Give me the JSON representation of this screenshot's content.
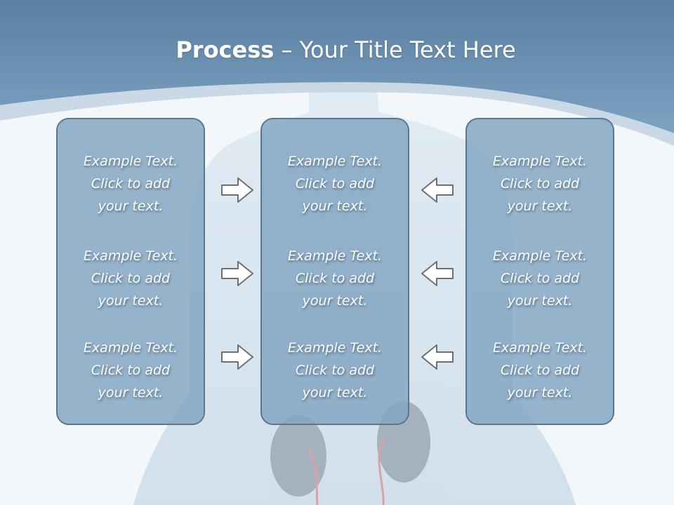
{
  "title": {
    "bold": "Process",
    "rest": " – Your Title Text Here"
  },
  "colors": {
    "banner": "#6f94b4",
    "panel_fill": "#80a3c1",
    "panel_border": "#5b7790",
    "background": "#f3f7fa"
  },
  "panels": [
    {
      "blocks": [
        {
          "line1": "Example Text.",
          "line2": "Click  to add",
          "line3": "your text."
        },
        {
          "line1": "Example Text.",
          "line2": "Click  to add",
          "line3": "your text."
        },
        {
          "line1": "Example Text.",
          "line2": "Click  to add",
          "line3": "your text."
        }
      ]
    },
    {
      "blocks": [
        {
          "line1": "Example Text.",
          "line2": "Click  to add",
          "line3": "your text."
        },
        {
          "line1": "Example Text.",
          "line2": "Click  to add",
          "line3": "your text."
        },
        {
          "line1": "Example Text.",
          "line2": "Click  to add",
          "line3": "your text."
        }
      ]
    },
    {
      "blocks": [
        {
          "line1": "Example Text.",
          "line2": "Click  to add",
          "line3": "your text."
        },
        {
          "line1": "Example Text.",
          "line2": "Click  to add",
          "line3": "your text."
        },
        {
          "line1": "Example Text.",
          "line2": "Click  to add",
          "line3": "your text."
        }
      ]
    }
  ],
  "arrows": {
    "left_group": "right-arrow-icon",
    "right_group": "left-arrow-icon"
  }
}
